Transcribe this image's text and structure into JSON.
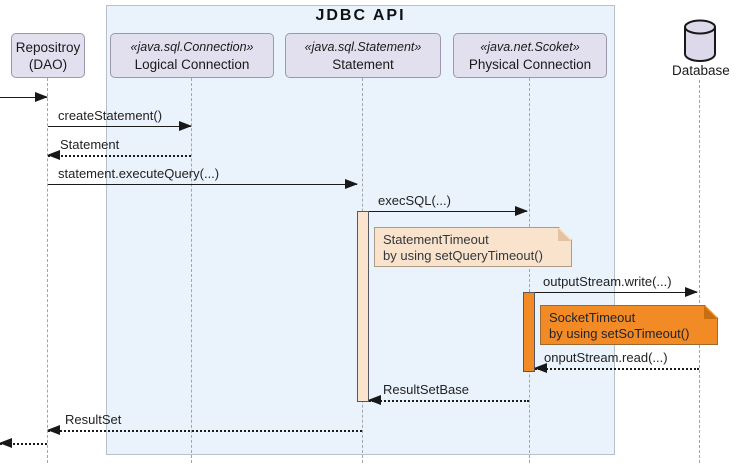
{
  "frame": {
    "title": "JDBC API"
  },
  "participants": {
    "dao": {
      "line1": "Repositroy",
      "line2": "(DAO)"
    },
    "logical": {
      "stereotype": "«java.sql.Connection»",
      "name": "Logical Connection"
    },
    "statement": {
      "stereotype": "«java.sql.Statement»",
      "name": "Statement"
    },
    "physical": {
      "stereotype": "«java.net.Scoket»",
      "name": "Physical Connection"
    },
    "database": {
      "name": "Database"
    }
  },
  "messages": {
    "create_statement": "createStatement()",
    "statement_return": "Statement",
    "execute_query": "statement.executeQuery(...)",
    "exec_sql": "execSQL(...)",
    "output_stream_write": "outputStream.write(...)",
    "onput_stream_read": "onputStream.read(...)",
    "result_set_base": "ResultSetBase",
    "result_set": "ResultSet"
  },
  "notes": {
    "statement_timeout": {
      "line1": "StatementTimeout",
      "line2": "by using setQueryTimeout()"
    },
    "socket_timeout": {
      "line1": "SocketTimeout",
      "line2": "by using setSoTimeout()"
    }
  },
  "colors": {
    "frame_bg": "#EAF2FB",
    "participant_bg": "#E2DFEE",
    "note_statement_bg": "#FAE3CD",
    "note_socket_bg": "#F28B25",
    "activation_statement_bg": "#FBE4CE",
    "activation_socket_bg": "#F28B25",
    "arrow": "#181818"
  }
}
